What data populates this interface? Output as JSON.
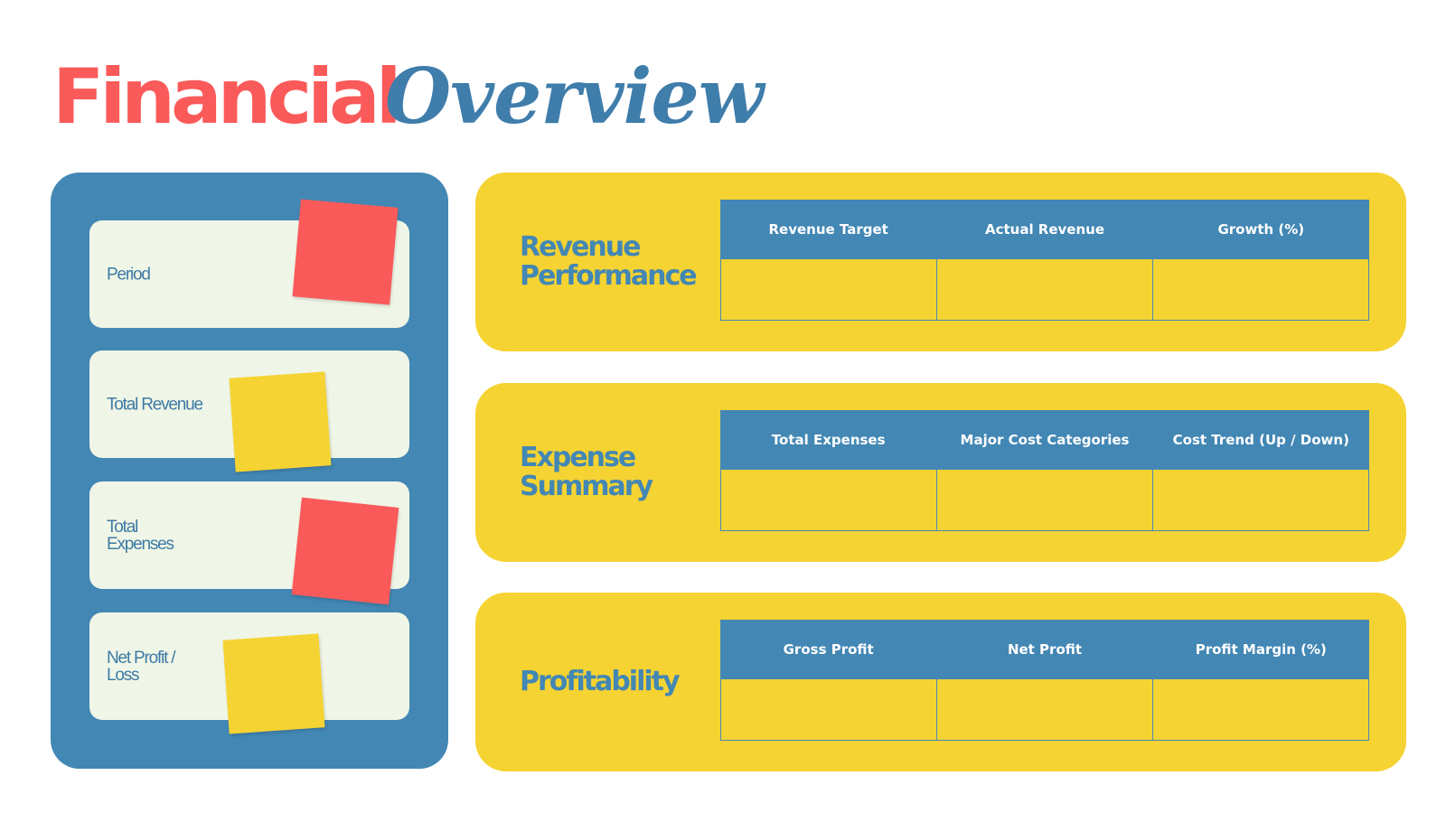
{
  "colors": {
    "coral": "#fb5a5a",
    "blue": "#4387b4",
    "yellow": "#f5d332",
    "cream": "#f0f6e7",
    "title_blue": "#3f7dab",
    "label_blue": "#3d7aa5"
  },
  "title": {
    "part1": "Financial",
    "part2": "Overview"
  },
  "summary_cards": [
    {
      "label": "Period",
      "note_color": "coral"
    },
    {
      "label": "Total Revenue",
      "note_color": "yellow"
    },
    {
      "label": "Total Expenses",
      "note_color": "coral"
    },
    {
      "label": "Net Profit / Loss",
      "note_color": "yellow"
    }
  ],
  "sections": [
    {
      "title": "Revenue Performance",
      "columns": [
        "Revenue Target",
        "Actual Revenue",
        "Growth (%)"
      ],
      "values": [
        "",
        "",
        ""
      ]
    },
    {
      "title": "Expense Summary",
      "columns": [
        "Total Expenses",
        "Major Cost Categories",
        "Cost Trend (Up / Down)"
      ],
      "values": [
        "",
        "",
        ""
      ]
    },
    {
      "title": "Profitability",
      "columns": [
        "Gross Profit",
        "Net Profit",
        "Profit Margin (%)"
      ],
      "values": [
        "",
        "",
        ""
      ]
    }
  ]
}
